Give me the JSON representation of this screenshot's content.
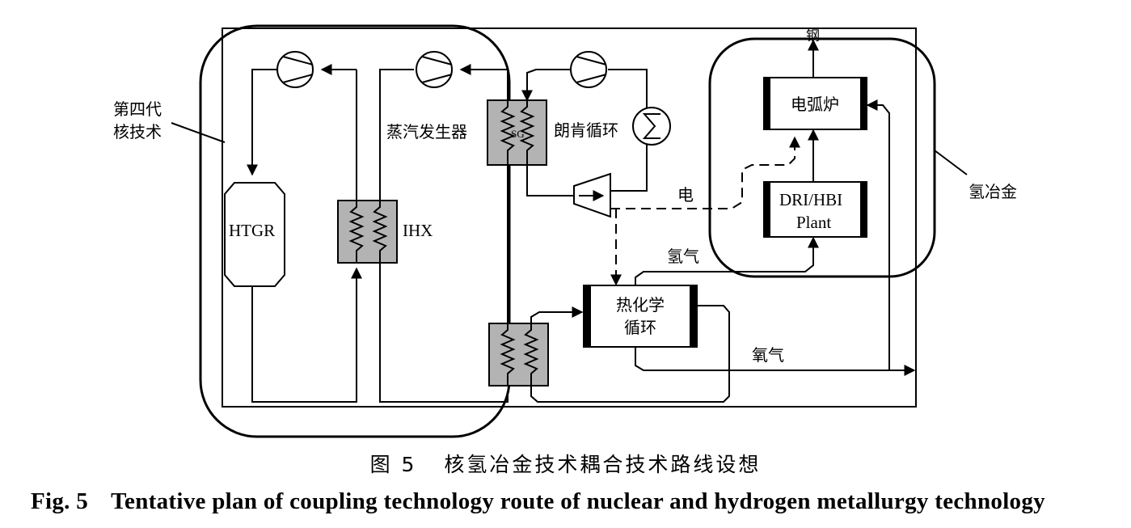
{
  "labels": {
    "gen4_nuclear_line1": "第四代",
    "gen4_nuclear_line2": "核技术",
    "htgr": "HTGR",
    "ihx": "IHX",
    "steam_generator": "蒸汽发生器",
    "sg": "SG",
    "rankine_cycle": "朗肯循环",
    "electricity": "电",
    "steel": "钢",
    "arc_furnace": "电弧炉",
    "dri_hbi_line1": "DRI/HBI",
    "dri_hbi_line2": "Plant",
    "hydrogen_metallurgy": "氢冶金",
    "hydrogen": "氢气",
    "thermochem_line1": "热化学",
    "thermochem_line2": "循环",
    "oxygen": "氧气"
  },
  "caption": {
    "cn_number": "图 5",
    "cn_text": "核氢冶金技术耦合技术路线设想",
    "en_number": "Fig. 5",
    "en_text": "Tentative plan of coupling technology route of nuclear and hydrogen metallurgy technology"
  },
  "colors": {
    "heat_exchanger_fill": "#b3b3b3",
    "line": "#000000"
  }
}
